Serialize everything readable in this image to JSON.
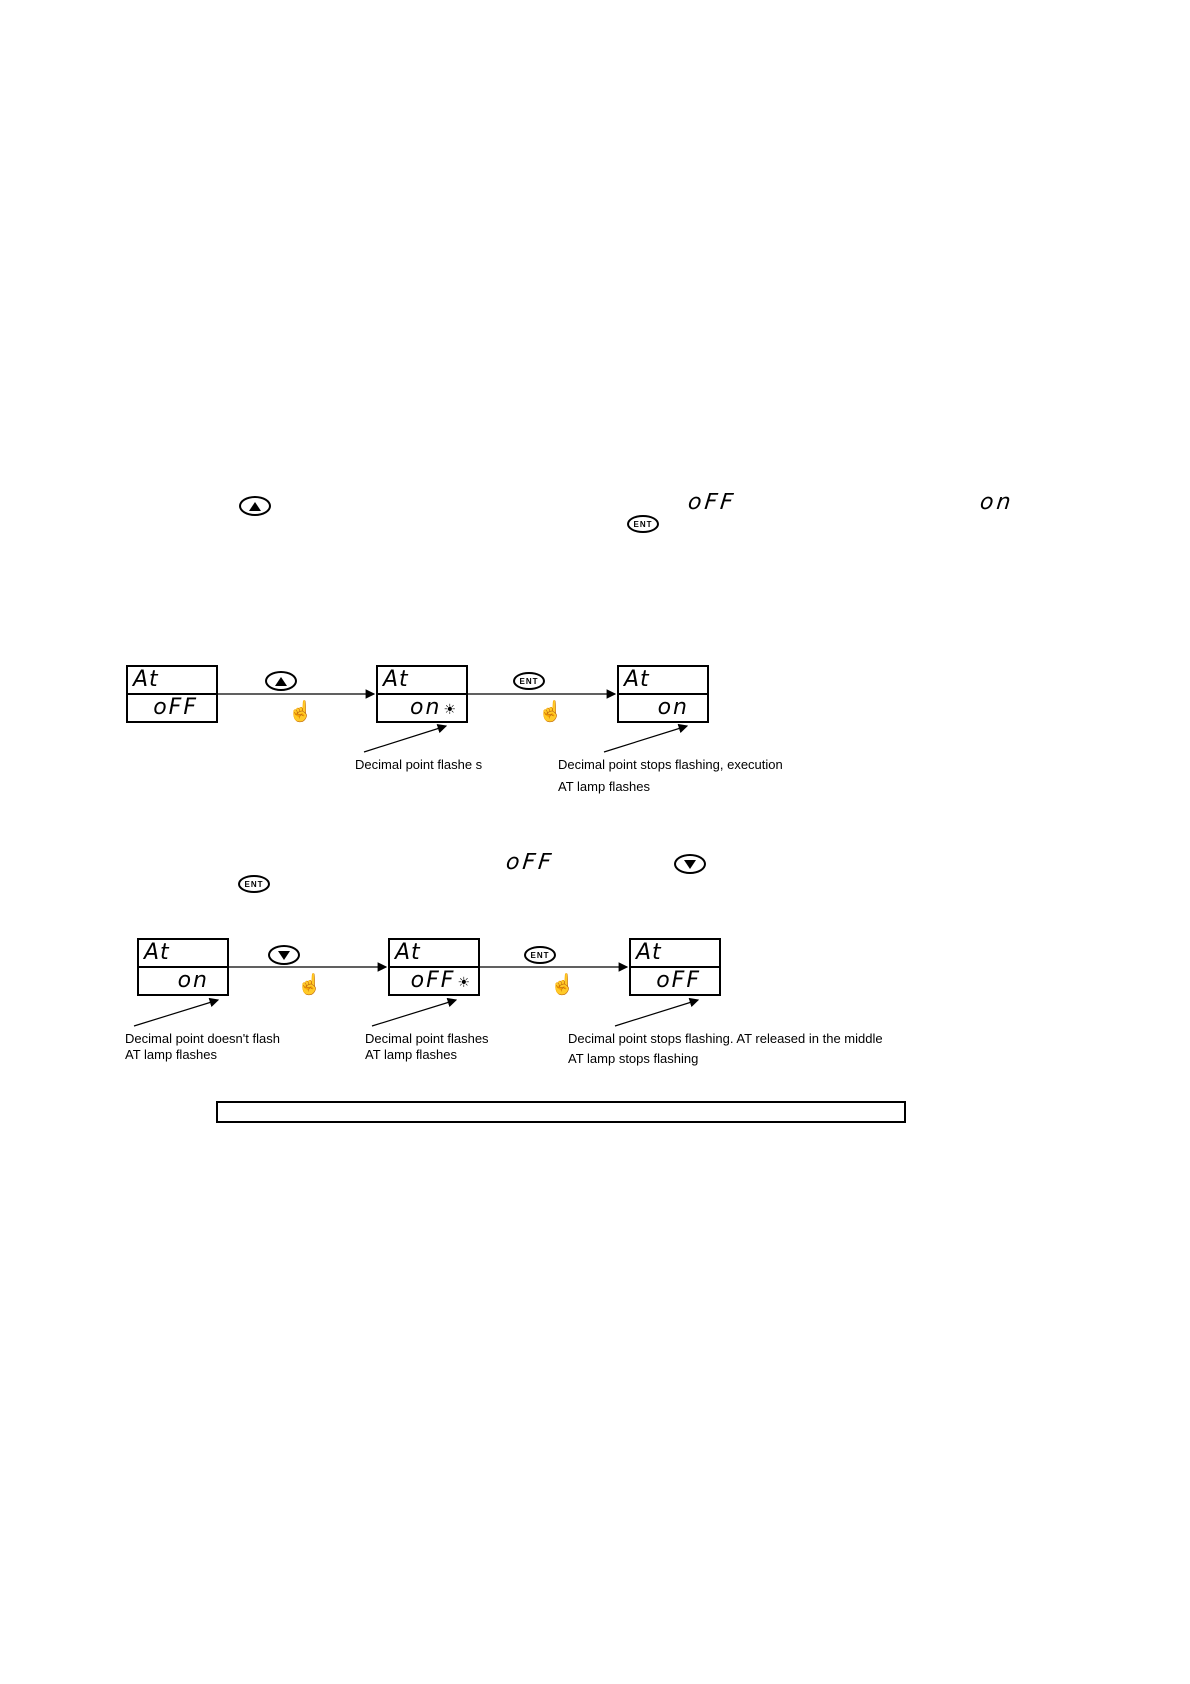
{
  "instructions": {
    "line1_up_button": "▲",
    "line1_off_symbol": "oFF",
    "line1_on_symbol": "on",
    "line1_ent_button": "ENT",
    "line2_off_symbol": "oFF",
    "line2_down_button": "▼",
    "line2_ent_button": "ENT"
  },
  "diagram1": {
    "panel1": {
      "top": "At",
      "bottom": "oFF"
    },
    "panel2": {
      "top": "At",
      "bottom": "on",
      "flash": "☀"
    },
    "panel3": {
      "top": "At",
      "bottom": "on"
    },
    "button1": "▲",
    "button2": "ENT",
    "note1": "Decimal point flashe  s",
    "note2_line1": "Decimal point stops flashing, execution",
    "note2_line2": "AT lamp flashes"
  },
  "diagram2": {
    "panel1": {
      "top": "At",
      "bottom": "on"
    },
    "panel2": {
      "top": "At",
      "bottom": "oFF",
      "flash": "☀"
    },
    "panel3": {
      "top": "At",
      "bottom": "oFF"
    },
    "button1": "▼",
    "button2": "ENT",
    "note1_line1": "Decimal point doesn't flash",
    "note1_line2": "AT lamp flashes",
    "note2_line1": "Decimal point flashes",
    "note2_line2": "AT lamp flashes",
    "note3_line1": "Decimal point stops flashing.   AT released in the middle",
    "note3_line2": "AT lamp stops flashing"
  },
  "hand_icon": "☝"
}
